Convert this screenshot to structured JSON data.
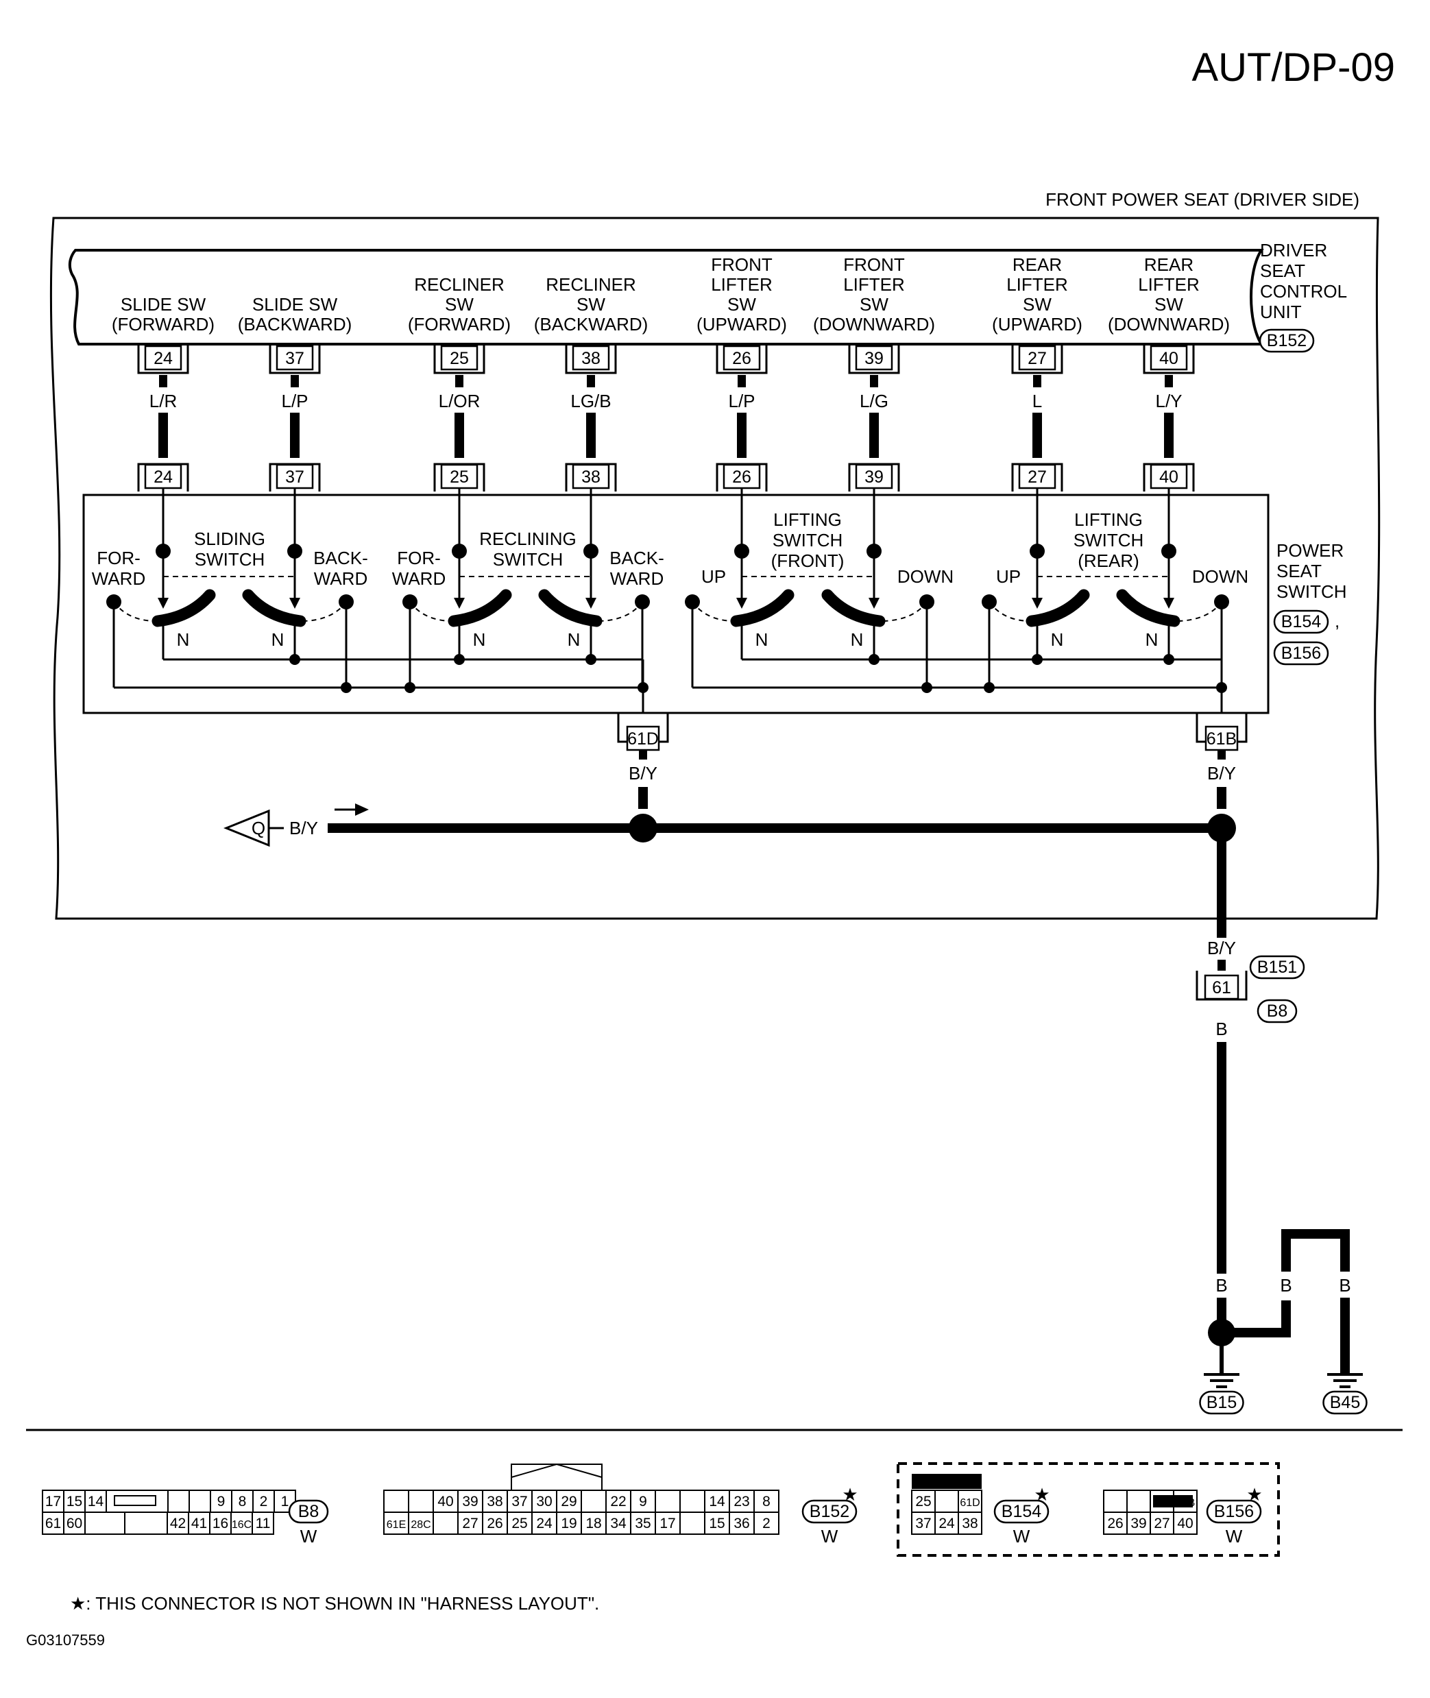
{
  "page_code": "AUT/DP-09",
  "figure_id": "G03107559",
  "footnote": "★: THIS CONNECTOR IS NOT SHOWN IN \"HARNESS LAYOUT\".",
  "frame_title": "FRONT POWER SEAT (DRIVER SIDE)",
  "control_unit": {
    "name_lines": [
      "DRIVER",
      "SEAT",
      "CONTROL",
      "UNIT"
    ],
    "connector": "B152",
    "terminals": [
      {
        "pin": "24",
        "lines": [
          "SLIDE SW",
          "(FORWARD)"
        ],
        "wire": "L/R"
      },
      {
        "pin": "37",
        "lines": [
          "SLIDE SW",
          "(BACKWARD)"
        ],
        "wire": "L/P"
      },
      {
        "pin": "25",
        "lines": [
          "RECLINER",
          "SW",
          "(FORWARD)"
        ],
        "wire": "L/OR"
      },
      {
        "pin": "38",
        "lines": [
          "RECLINER",
          "SW",
          "(BACKWARD)"
        ],
        "wire": "LG/B"
      },
      {
        "pin": "26",
        "lines": [
          "FRONT",
          "LIFTER",
          "SW",
          "(UPWARD)"
        ],
        "wire": "L/P"
      },
      {
        "pin": "39",
        "lines": [
          "FRONT",
          "LIFTER",
          "SW",
          "(DOWNWARD)"
        ],
        "wire": "L/G"
      },
      {
        "pin": "27",
        "lines": [
          "REAR",
          "LIFTER",
          "SW",
          "(UPWARD)"
        ],
        "wire": "L"
      },
      {
        "pin": "40",
        "lines": [
          "REAR",
          "LIFTER",
          "SW",
          "(DOWNWARD)"
        ],
        "wire": "L/Y"
      }
    ]
  },
  "power_seat_switch": {
    "name_lines": [
      "POWER",
      "SEAT",
      "SWITCH"
    ],
    "connectors": [
      "B154",
      "B156"
    ],
    "separator": ",",
    "neutral_label": "N",
    "groups": [
      {
        "title_lines": [
          "SLIDING",
          "SWITCH"
        ],
        "left_lines": [
          "FOR-",
          "WARD"
        ],
        "right_lines": [
          "BACK-",
          "WARD"
        ]
      },
      {
        "title_lines": [
          "RECLINING",
          "SWITCH"
        ],
        "left_lines": [
          "FOR-",
          "WARD"
        ],
        "right_lines": [
          "BACK-",
          "WARD"
        ]
      },
      {
        "title_lines": [
          "LIFTING",
          "SWITCH",
          "(FRONT)"
        ],
        "left_lines": [
          "UP"
        ],
        "right_lines": [
          "DOWN"
        ]
      },
      {
        "title_lines": [
          "LIFTING",
          "SWITCH",
          "(REAR)"
        ],
        "left_lines": [
          "UP"
        ],
        "right_lines": [
          "DOWN"
        ]
      }
    ],
    "ground_pins": [
      {
        "pin": "61D",
        "wire": "B/Y"
      },
      {
        "pin": "61B",
        "wire": "B/Y"
      }
    ]
  },
  "harness": {
    "offpage_label": "Q",
    "bus_wire": "B/Y",
    "down_wire": "B/Y",
    "joint_pin": "61",
    "joint_connectors": [
      "B151",
      "B8"
    ],
    "ground_wire": "B",
    "ground_branch_wires": [
      "B",
      "B"
    ],
    "grounds": [
      "B15",
      "B45"
    ]
  },
  "connector_views": [
    {
      "name": "B8",
      "color": "W",
      "star": false,
      "rows": [
        [
          "17",
          "15",
          "14",
          "",
          "",
          "",
          "9",
          "8",
          "2",
          "1"
        ],
        [
          "61",
          "60",
          "",
          "",
          "42",
          "41",
          "16",
          "16C",
          "11"
        ]
      ]
    },
    {
      "name": "B152",
      "color": "W",
      "star": true,
      "rows": [
        [
          "",
          "",
          "40",
          "39",
          "38",
          "37",
          "30",
          "29",
          "",
          "22",
          "9",
          "",
          "",
          "14",
          "23",
          "8"
        ],
        [
          "61E",
          "28C",
          "",
          "27",
          "26",
          "25",
          "24",
          "19",
          "18",
          "34",
          "35",
          "17",
          "",
          "15",
          "36",
          "2"
        ]
      ]
    },
    {
      "name": "B154",
      "color": "W",
      "star": true,
      "rows": [
        [
          "25",
          "",
          "61D"
        ],
        [
          "37",
          "24",
          "38"
        ]
      ]
    },
    {
      "name": "B156",
      "color": "W",
      "star": true,
      "rows": [
        [
          "",
          "",
          "",
          "61B"
        ],
        [
          "26",
          "39",
          "27",
          "40"
        ]
      ]
    }
  ],
  "star_mark": "★",
  "colors": {
    "line": "#000000",
    "background": "#ffffff"
  }
}
